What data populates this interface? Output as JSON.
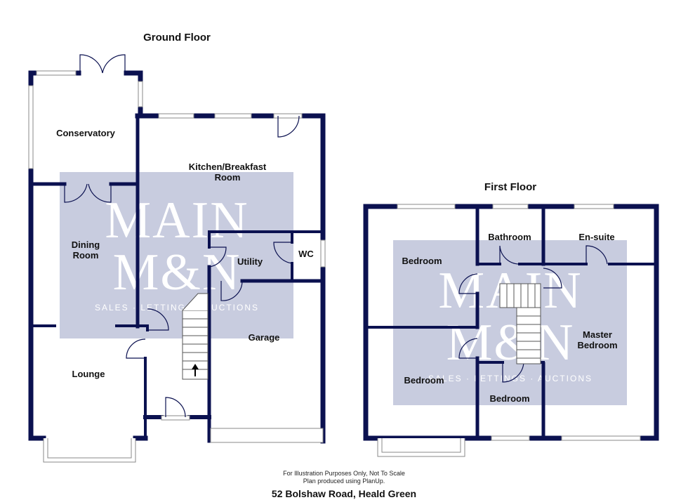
{
  "floors": {
    "ground": {
      "title": "Ground Floor"
    },
    "first": {
      "title": "First Floor"
    }
  },
  "rooms": {
    "conservatory": "Conservatory",
    "kitchen_line1": "Kitchen/Breakfast",
    "kitchen_line2": "Room",
    "dining_line1": "Dining",
    "dining_line2": "Room",
    "utility": "Utility",
    "wc": "WC",
    "garage": "Garage",
    "lounge": "Lounge",
    "bedroom_front_left": "Bedroom",
    "bathroom": "Bathroom",
    "ensuite": "En-suite",
    "bedroom_back_left": "Bedroom",
    "master_line1": "Master",
    "master_line2": "Bedroom",
    "bedroom_small": "Bedroom"
  },
  "watermark": {
    "line1": "MAIN",
    "line2": "M&N",
    "tagline": "SALES · LETTINGS · AUCTIONS"
  },
  "footer": {
    "note_line1": "For Illustration Purposes Only, Not To Scale",
    "note_line2": "Plan produced using PlanUp.",
    "address": "52 Bolshaw Road, Heald Green"
  },
  "colors": {
    "wall": "#0b1150",
    "watermark_panel": "#c8ccdf",
    "window_frame": "#8a8a8a",
    "text": "#111111"
  }
}
